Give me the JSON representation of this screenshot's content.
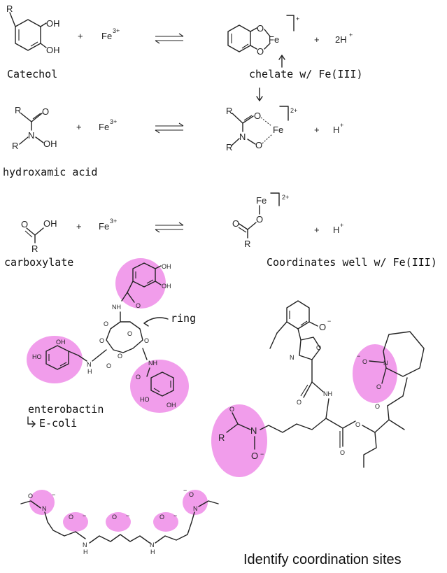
{
  "reactions": {
    "catechol": {
      "r_label": "R",
      "oh1": "OH",
      "oh2": "OH",
      "plus": "+",
      "fe": "Fe",
      "fe_charge": "3+",
      "prod_o1": "O",
      "prod_o2": "O",
      "prod_fe": "Fe",
      "prod_charge": "+",
      "plus2": "+",
      "byproduct": "2H",
      "byproduct_sup": "+",
      "name": "Catechol",
      "product_note": "chelate w/ Fe(III)"
    },
    "hydroxamic": {
      "r1": "R",
      "r2": "R",
      "o": "O",
      "n": "N",
      "oh": "OH",
      "plus": "+",
      "fe": "Fe",
      "fe_charge": "3+",
      "pr1": "R",
      "pr2": "R",
      "po1": "O",
      "pn": "N",
      "po2": "O",
      "pfe": "Fe",
      "prod_charge": "2+",
      "plus2": "+",
      "byproduct": "H",
      "byproduct_sup": "+",
      "name": "hydroxamic acid"
    },
    "carboxylate": {
      "o": "O",
      "oh": "OH",
      "r": "R",
      "plus": "+",
      "fe": "Fe",
      "fe_charge": "3+",
      "pfe": "Fe",
      "prod_charge": "2+",
      "po1": "O",
      "po2": "O",
      "pr": "R",
      "plus2": "+",
      "byproduct": "H",
      "byproduct_sup": "+",
      "name": "carboxylate",
      "note": "Coordinates well w/ Fe(III)"
    }
  },
  "enterobactin": {
    "labels": {
      "oh_top1": "OH",
      "oh_top2": "OH",
      "nh_top": "NH",
      "o_top": "O",
      "o1": "O",
      "o2": "O",
      "o3": "O",
      "o4": "O",
      "o5": "O",
      "o6": "O",
      "ho_left": "HO",
      "oh_left": "OH",
      "nh_left": "N",
      "h_left": "H",
      "nh_right": "NH",
      "o_right": "O",
      "ho_right": "HO",
      "oh_right": "OH"
    },
    "ring_note": "ring",
    "name": "enterobactin",
    "source": "E-coli"
  },
  "siderophore_right": {
    "labels": {
      "o_minus_top": "O",
      "minus_top": "−",
      "n_ox": "N",
      "o_ox": "O",
      "o_amide": "O",
      "nh": "NH",
      "r": "R",
      "n_left": "N",
      "o_left": "O",
      "minus_left": "−",
      "o_co_left": "O",
      "o_ester": "O",
      "o_ester2": "O",
      "o_ketone": "O",
      "o_lactam": "O",
      "n_lactam": "N",
      "o_nox": "O",
      "minus_nox": "−"
    }
  },
  "siderophore_bottom": {
    "labels": {
      "o1": "O",
      "n1": "N",
      "m1": "−",
      "o2": "O",
      "m2": "−",
      "o3": "O",
      "m3": "−",
      "o4": "O",
      "m4": "−",
      "o5": "O",
      "n5": "N",
      "m5": "−",
      "nh1": "N",
      "h1": "H",
      "nh2": "N",
      "h2": "H"
    }
  },
  "caption": "Identify coordination sites",
  "colors": {
    "highlight": "#ee8ce8",
    "ink": "#222222"
  }
}
